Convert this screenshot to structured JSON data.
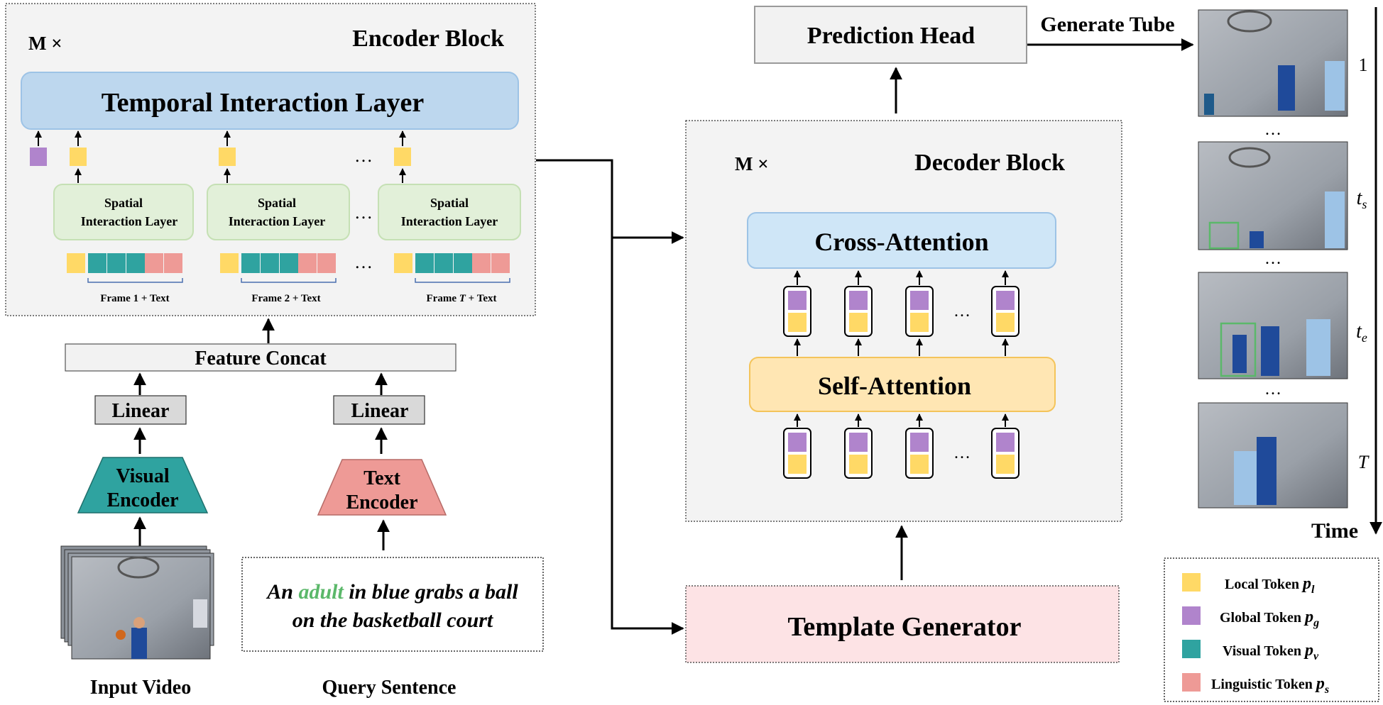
{
  "encoder": {
    "repeat": "M ×",
    "title": "Encoder Block",
    "temporal_layer": "Temporal Interaction Layer",
    "spatial_line1": "Spatial",
    "spatial_line2": "Interaction Layer",
    "frame1_label": "Frame 1 + Text",
    "frame2_label": "Frame 2 + Text",
    "frameT_pre": "Frame ",
    "frameT_var": "T",
    "frameT_post": " + Text",
    "ellipsis": "…"
  },
  "feature_concat": "Feature Concat",
  "linear": "Linear",
  "visual_encoder": {
    "line1": "Visual",
    "line2": "Encoder"
  },
  "text_encoder": {
    "line1": "Text",
    "line2": "Encoder"
  },
  "input_video": "Input Video",
  "query": {
    "pre": "An ",
    "highlight": "adult",
    "post": " in blue grabs a ball",
    "line2": "on the basketball court",
    "label": "Query Sentence"
  },
  "decoder": {
    "repeat": "M ×",
    "title": "Decoder Block",
    "cross_attention": "Cross-Attention",
    "self_attention": "Self-Attention",
    "ellipsis": "…"
  },
  "prediction_head": "Prediction Head",
  "generate_tube": "Generate Tube",
  "template_generator": "Template Generator",
  "time": {
    "label": "Time",
    "t1": "1",
    "ts_base": "t",
    "ts_sub": "s",
    "te_base": "t",
    "te_sub": "e",
    "T": "T",
    "ellipsis": "…"
  },
  "legend": [
    {
      "label": "Local Token ",
      "sym": "p",
      "sub": "l",
      "color": "#FFD966"
    },
    {
      "label": "Global Token ",
      "sym": "p",
      "sub": "g",
      "color": "#B084CC"
    },
    {
      "label": "Visual Token ",
      "sym": "p",
      "sub": "v",
      "color": "#2FA3A0"
    },
    {
      "label": "Linguistic Token ",
      "sym": "p",
      "sub": "s",
      "color": "#EE9A96"
    }
  ],
  "colors": {
    "local": "#FFD966",
    "global": "#B084CC",
    "visual": "#2FA3A0",
    "linguistic": "#EE9A96",
    "temporal_fill": "#BDD7EE",
    "spatial_fill": "#E2F0D9",
    "cross_fill": "#CFE6F7",
    "self_fill": "#FFE6B3",
    "template_fill": "#FDE3E5",
    "panel_fill": "#F3F3F3"
  }
}
